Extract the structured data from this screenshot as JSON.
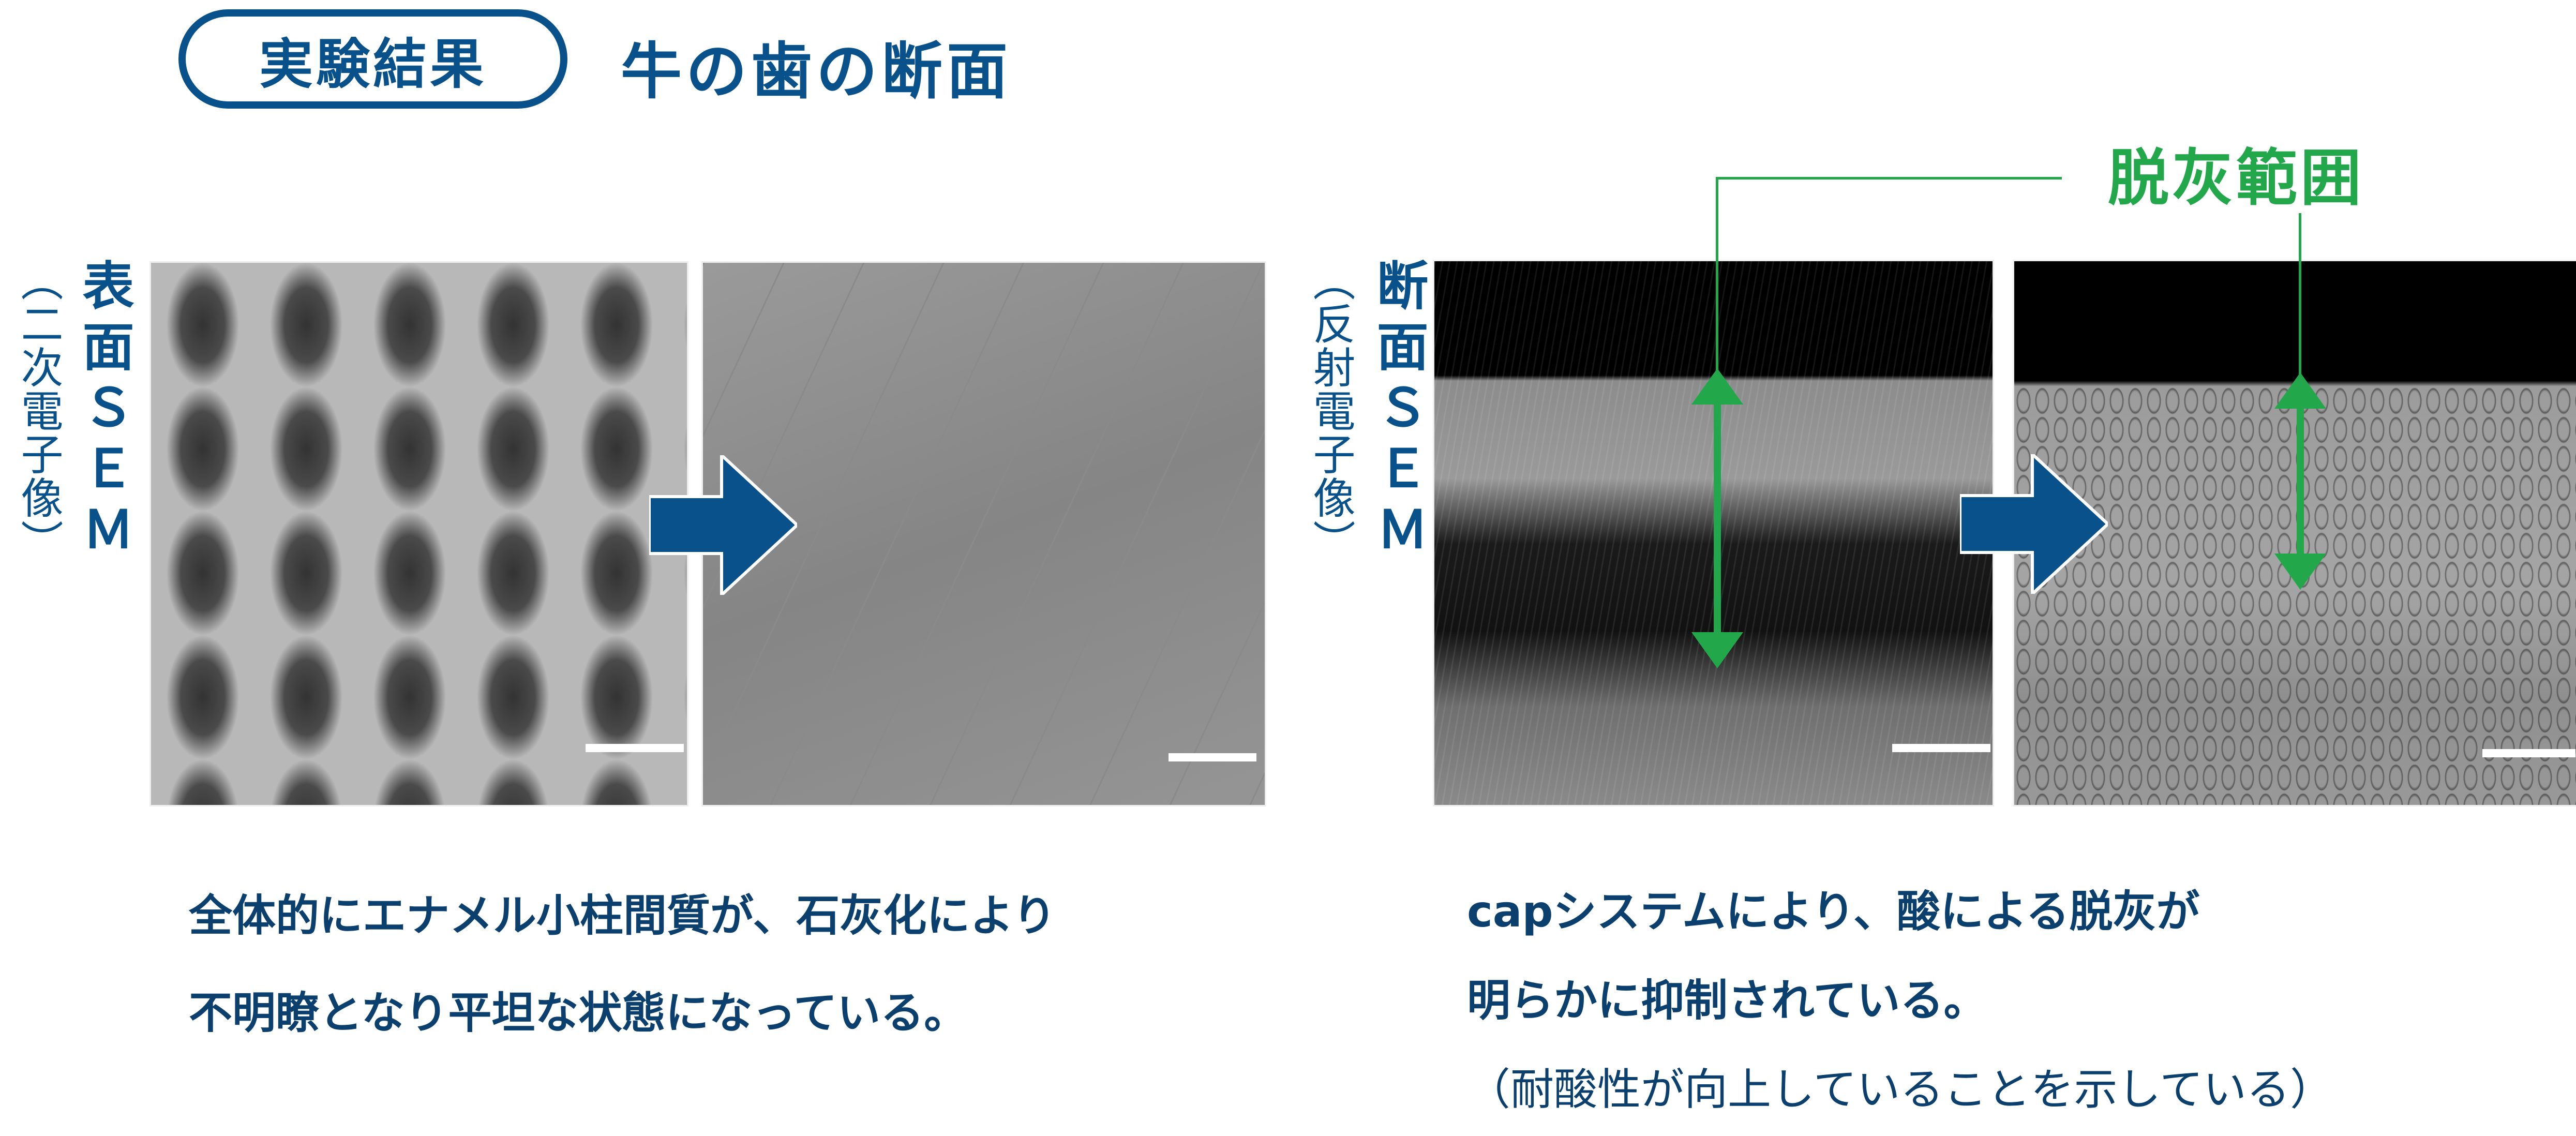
{
  "header": {
    "badge": "実験結果",
    "title": "牛の歯の断面"
  },
  "left": {
    "label": "表面ＳＥＭ",
    "sublabel": "（二次電子像）",
    "caption": [
      "全体的にエナメル小柱間質が、石灰化により",
      "不明瞭となり平坦な状態になっている。"
    ]
  },
  "right": {
    "label": "断面ＳＥＭ",
    "sublabel": "（反射電子像）",
    "annotation": "脱灰範囲",
    "caption": [
      "capシステムにより、酸による脱灰が",
      "明らかに抑制されている。",
      "（耐酸性が向上していることを示している）"
    ]
  },
  "colors": {
    "navy": "#08518a",
    "green": "#22a84a"
  }
}
